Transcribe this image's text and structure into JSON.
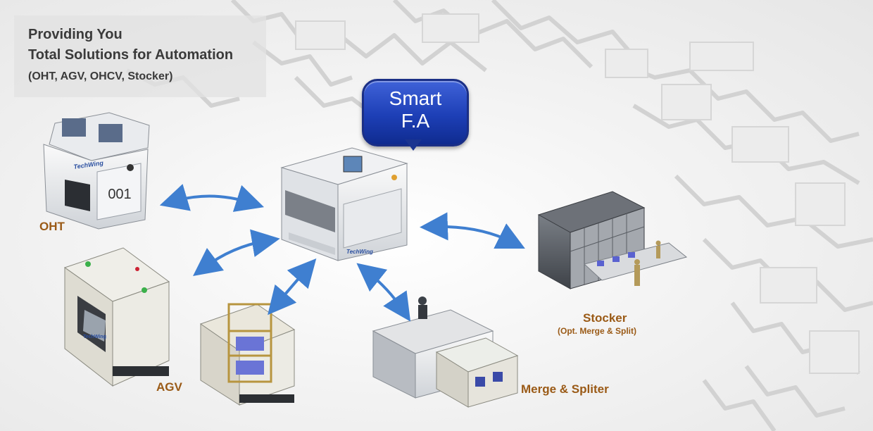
{
  "headline": {
    "line1": "Providing You",
    "line2": "Total Solutions for Automation",
    "line3": "(OHT, AGV, OHCV, Stocker)"
  },
  "center_bubble": {
    "line1": "Smart",
    "line2": "F.A"
  },
  "equipment": {
    "oht": {
      "label": "OHT",
      "unit_number": "001",
      "brand": "TechWing"
    },
    "agv": {
      "label": "AGV",
      "brand": "TechWing"
    },
    "center": {
      "brand": "TechWing"
    },
    "merge": {
      "label": "Merge & Spliter"
    },
    "stocker": {
      "label": "Stocker",
      "sublabel": "(Opt. Merge & Split)"
    }
  },
  "colors": {
    "arrow": "#3f7fd0",
    "label": "#9a5a16",
    "bubble": "#1d3fb6",
    "headline_text": "#3a3a3a"
  }
}
